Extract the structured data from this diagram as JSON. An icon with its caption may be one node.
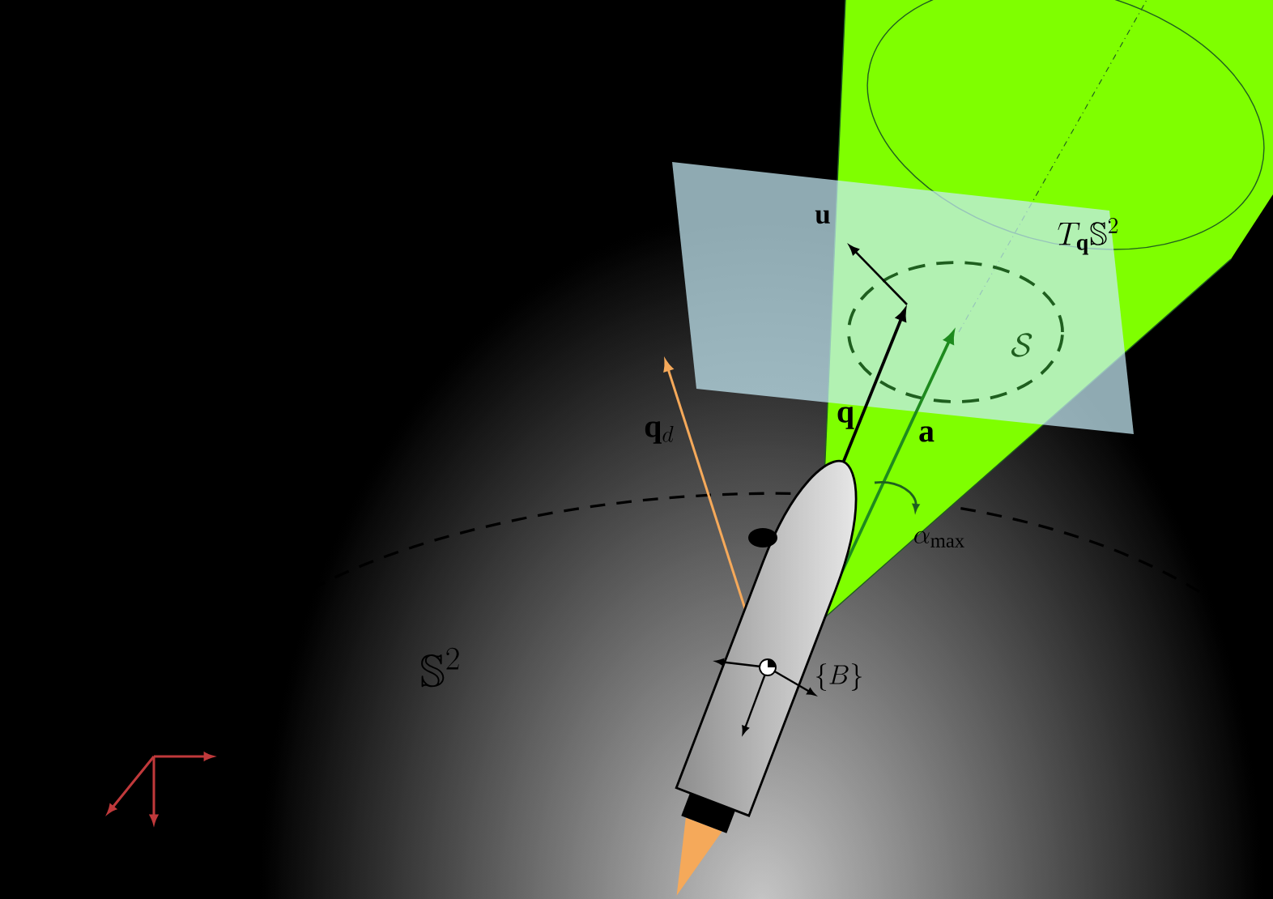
{
  "diagram": {
    "labels": [
      "T_{\\mathbf{q}}\\mathbb{S}^2",
      "\\mathbf{u}",
      "\\mathcal{S}",
      "\\mathbf{q}_d",
      "\\mathbf{q}",
      "\\mathbf{a}",
      "\\alpha_{\\max}",
      "\\{B\\}",
      "\\mathbb{S}^2"
    ]
  }
}
